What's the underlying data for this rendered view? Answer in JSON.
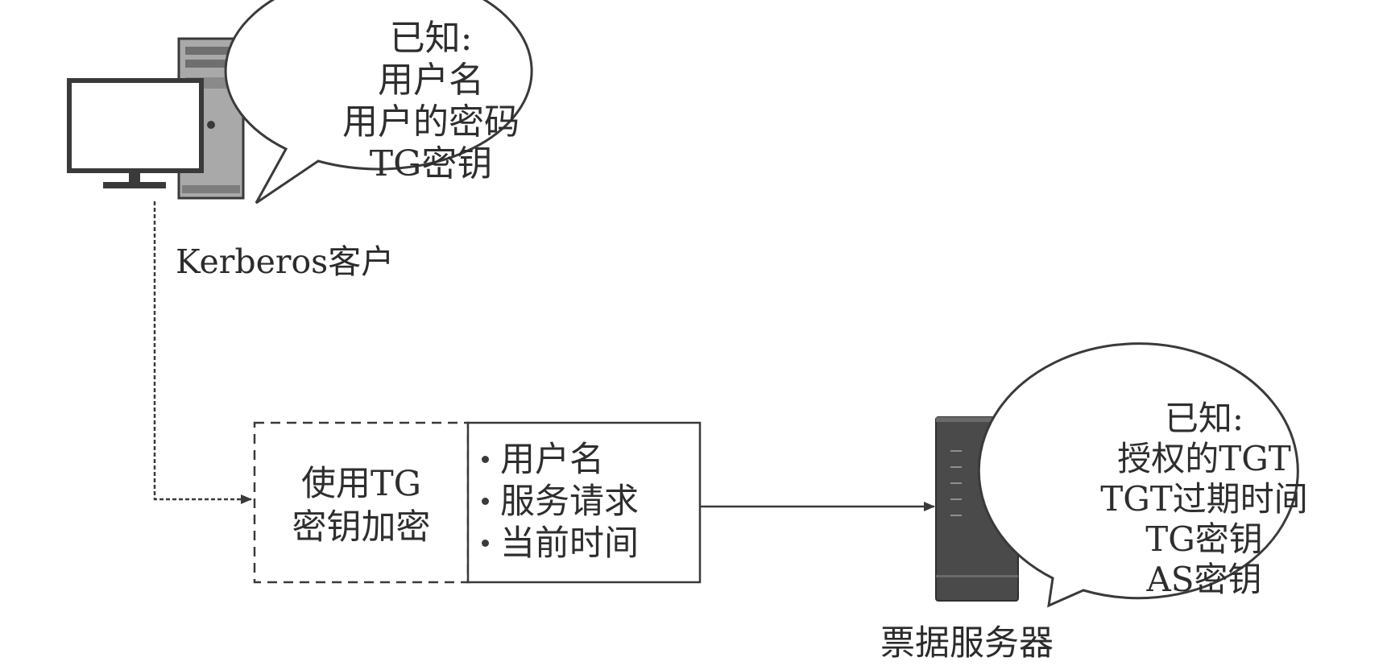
{
  "client": {
    "label": "Kerberos客户",
    "bubble": [
      "已知:",
      "用户名",
      "用户的密码",
      "TG密钥"
    ]
  },
  "message": {
    "encrypt_label": [
      "使用TG",
      "密钥加密"
    ],
    "items": [
      "用户名",
      "服务请求",
      "当前时间"
    ]
  },
  "ticket_server": {
    "label": "票据服务器",
    "bubble": [
      "已知:",
      "授权的TGT",
      "TGT过期时间",
      "TG密钥",
      "AS密钥"
    ]
  }
}
